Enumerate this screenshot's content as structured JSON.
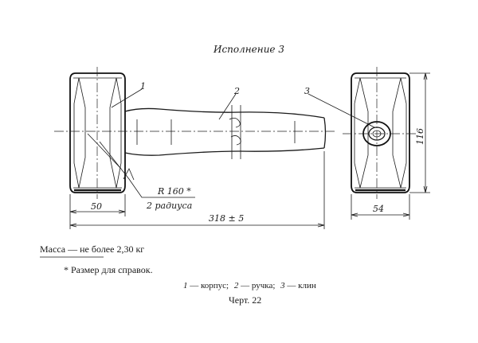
{
  "title": "Исполнение 3",
  "leaders": {
    "body_number": "1",
    "handle_number": "2",
    "wedge_number": "3"
  },
  "radius_note": {
    "line1": "R 160 *",
    "line2": "2 радиуса"
  },
  "dimensions": {
    "head_width": "50",
    "total_length": "318 ± 5",
    "side_width": "54",
    "height": "116"
  },
  "notes": {
    "mass": "Масса — не более 2,30 кг",
    "reference": "* Размер для справок."
  },
  "legend": {
    "item1_num": "1",
    "item1_text": " — корпус;",
    "item2_num": "2",
    "item2_text": " — ручка;",
    "item3_num": "3",
    "item3_text": " — клин"
  },
  "figure_caption": "Черт. 22"
}
